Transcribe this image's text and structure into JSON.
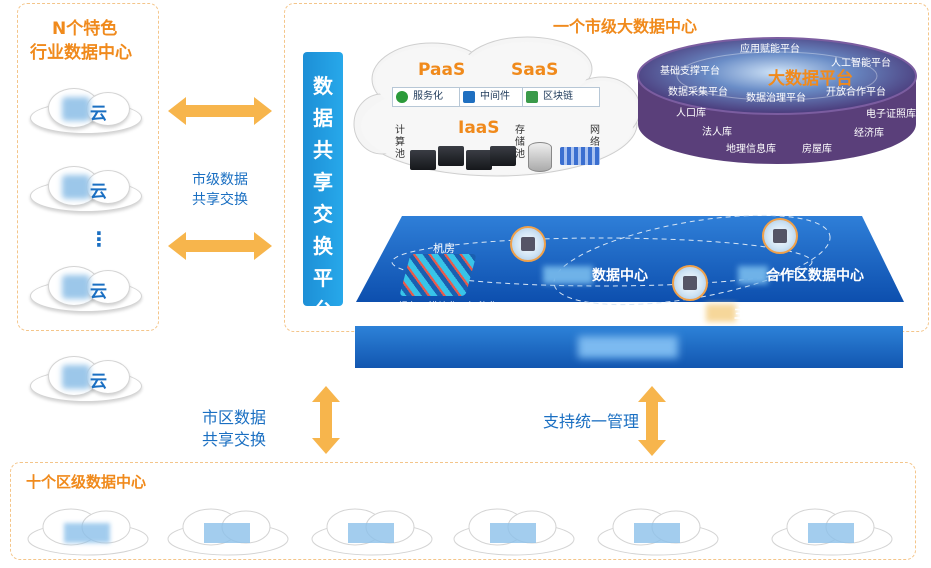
{
  "left_panel": {
    "title_line1": "N个特色",
    "title_line2": "行业数据中心",
    "cloud_suffix": "云",
    "ellipsis": "⋮"
  },
  "exchange_top": {
    "line1": "市级数据",
    "line2": "共享交换"
  },
  "exchange_platform": {
    "label": "数据共享交换平台"
  },
  "city_center": {
    "title": "一个市级大数据中心"
  },
  "cloud_platform": {
    "paas": "PaaS",
    "saas": "SaaS",
    "iaas": "IaaS",
    "tags": [
      "服务化",
      "中间件",
      "区块链"
    ],
    "compute": "计算池",
    "storage": "存储池",
    "network": "网络池"
  },
  "big_data_platform": {
    "title": "大数据平台",
    "items": [
      "应用赋能平台",
      "基础支撑平台",
      "人工智能平台",
      "数据采集平台",
      "数据治理平台",
      "开放合作平台",
      "人口库",
      "电子证照库",
      "法人库",
      "经济库",
      "地理信息库",
      "房屋库"
    ]
  },
  "datacenter_layer": {
    "machine_room": "机房",
    "machine_room_tags": "绿色、模块化、智能化",
    "dc1": "数据中心",
    "dc2": "合作区数据中心",
    "dc3": "主数据中心"
  },
  "vertical_arrows": {
    "left_line1": "市区数据",
    "left_line2": "共享交换",
    "right": "支持统一管理"
  },
  "district": {
    "title": "十个区级数据中心"
  },
  "colors": {
    "orange": "#f08a1c",
    "arrow": "#f7b54c",
    "blue": "#1a6fc2",
    "bar_blue": "#1d8fd6",
    "purple": "#5a3f7a"
  }
}
